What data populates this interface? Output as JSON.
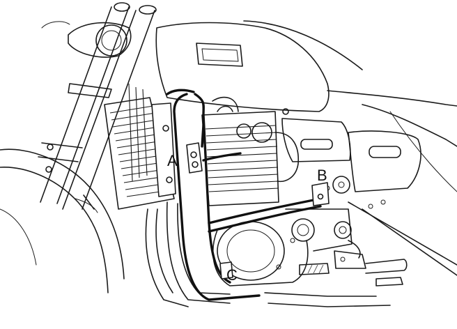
{
  "figure": {
    "callouts": [
      {
        "id": "A",
        "text": "A"
      },
      {
        "id": "B",
        "text": "B"
      },
      {
        "id": "C",
        "text": "C"
      }
    ]
  },
  "colors": {
    "line": "#1a1a1a",
    "background": "#ffffff"
  }
}
